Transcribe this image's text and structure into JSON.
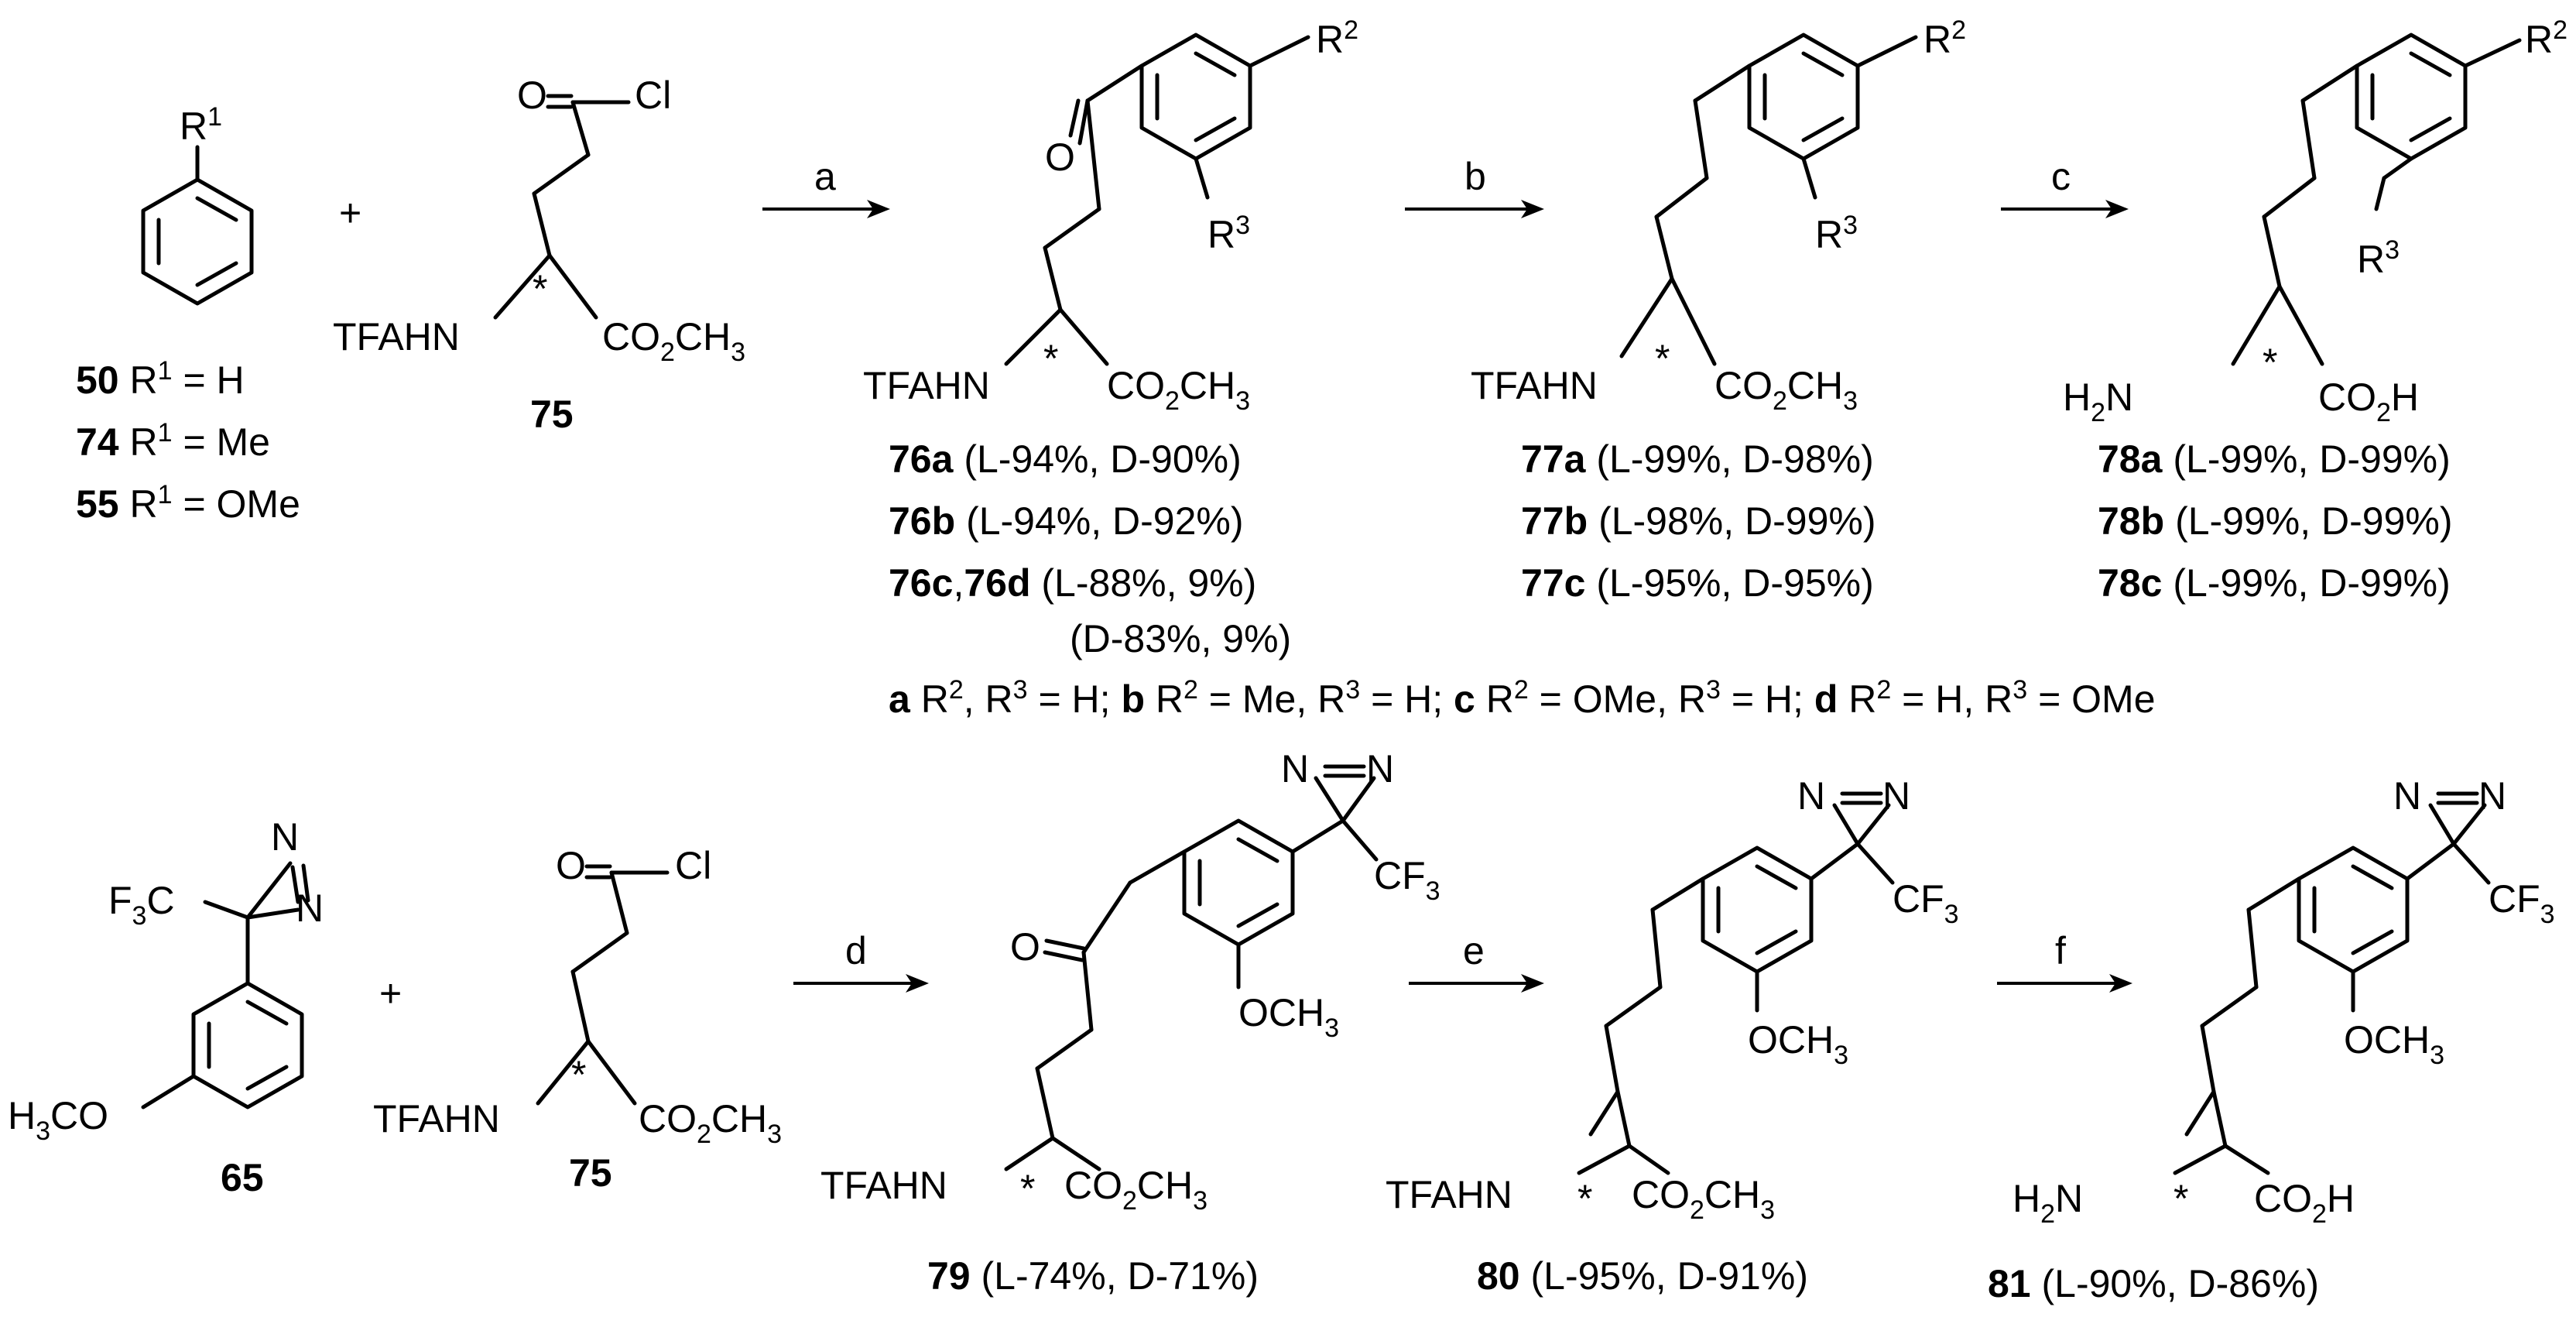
{
  "reagents": {
    "a": "a",
    "b": "b",
    "c": "c",
    "d": "d",
    "e": "e",
    "f": "f"
  },
  "plus": "+",
  "atoms": {
    "O": "O",
    "Cl": "Cl",
    "N": "N",
    "TFAHN": "TFAHN",
    "H2N": "H",
    "H2N_sub": "2",
    "H2N_N": "N",
    "CO2CH3_a": "CO",
    "CO2CH3_sub": "2",
    "CO2CH3_b": "CH",
    "CO2CH3_sub3": "3",
    "CO2H_a": "CO",
    "CO2H_sub": "2",
    "CO2H_b": "H",
    "CF3": "CF",
    "CF3_sub": "3",
    "F3C_a": "F",
    "F3C_sub": "3",
    "F3C_b": "C",
    "H3CO_a": "H",
    "H3CO_sub": "3",
    "H3CO_b": "CO",
    "OCH3_a": "OCH",
    "OCH3_sub": "3",
    "R": "R",
    "R1": "1",
    "R2": "2",
    "R3": "3",
    "star": "*"
  },
  "labels": {
    "c50": {
      "num": "50",
      "text": " = H"
    },
    "c74": {
      "num": "74",
      "text": " = Me"
    },
    "c55": {
      "num": "55",
      "text": " = OMe"
    },
    "c75": "75",
    "c65": "65",
    "c76a": {
      "num": "76a",
      "text": " (L-94%, D-90%)"
    },
    "c76b": {
      "num": "76b",
      "text": " (L-94%, D-92%)"
    },
    "c76cd": {
      "num1": "76c",
      "comma": ",",
      "num2": "76d",
      "text": " (L-88%, 9%)"
    },
    "c76cd_line2": "(D-83%, 9%)",
    "c77a": {
      "num": "77a",
      "text": " (L-99%, D-98%)"
    },
    "c77b": {
      "num": "77b",
      "text": " (L-98%, D-99%)"
    },
    "c77c": {
      "num": "77c",
      "text": " (L-95%, D-95%)"
    },
    "c78a": {
      "num": "78a",
      "text": " (L-99%, D-99%)"
    },
    "c78b": {
      "num": "78b",
      "text": " (L-99%, D-99%)"
    },
    "c78c": {
      "num": "78c",
      "text": " (L-99%, D-99%)"
    },
    "c79": {
      "num": "79",
      "text": " (L-74%, D-71%)"
    },
    "c80": {
      "num": "80",
      "text": " (L-95%, D-91%)"
    },
    "c81": {
      "num": "81",
      "text": " (L-90%, D-86%)"
    }
  },
  "footnote": {
    "a": "a",
    "a_text1": " R",
    "a_text2": ", R",
    "a_text3": " = H; ",
    "b": "b",
    "b_text1": " R",
    "b_text2": " = Me, R",
    "b_text3": " = H; ",
    "c": "c",
    "c_text1": " R",
    "c_text2": " = OMe, R",
    "c_text3": " = H; ",
    "d": "d",
    "d_text1": " R",
    "d_text2": " = H, R",
    "d_text3": " = OMe"
  }
}
